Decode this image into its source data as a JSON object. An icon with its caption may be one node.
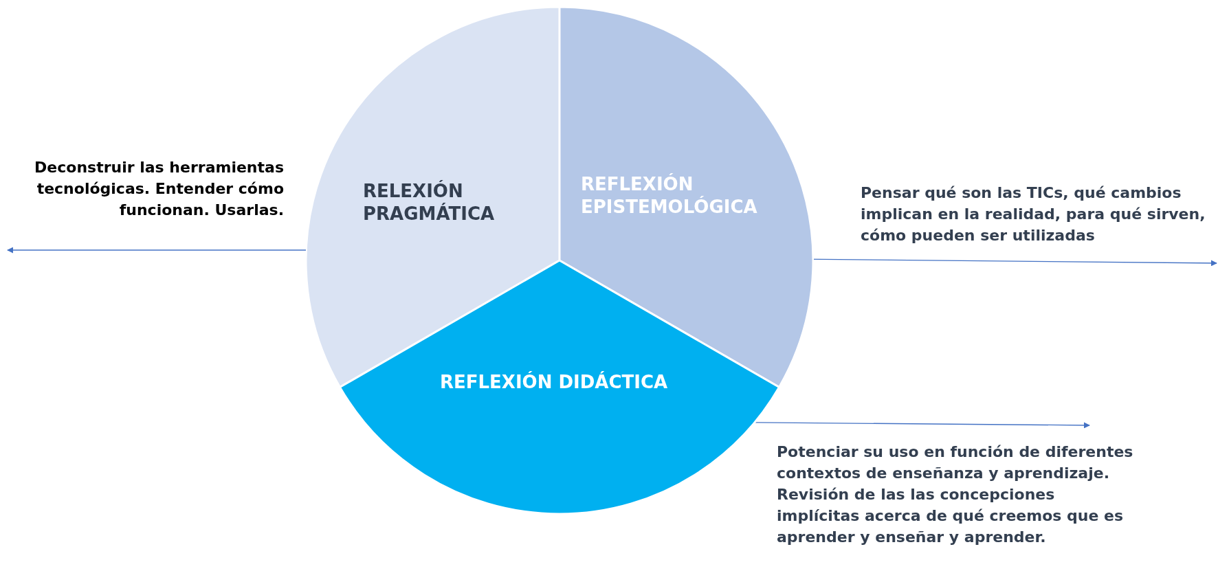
{
  "diagram": {
    "nodes": [
      {
        "text": [
          "RELEXIÓN PRAGMÁTICA"
        ]
      },
      {
        "text": [
          "REFLEXIÓN EPISTEMOLÓGICA"
        ]
      },
      {
        "text": [
          "REFLEXIÓN DIDÁCTICA"
        ]
      },
      {
        "text": [
          "Deconstruir las herramientas tecnológicas. Entender cómo funcionan. Usarlas."
        ]
      },
      {
        "text": [
          "Pensar qué son las TICs, qué cambios implican en la realidad, para qué sirven, cómo pueden ser utilizadas"
        ]
      },
      {
        "text": [
          "Potenciar su uso en función de diferentes contextos de enseñanza y aprendizaje. Revisión de las las concepciones implícitas acerca de qué creemos que es aprender y enseñar y aprender."
        ]
      }
    ],
    "edges": [
      {
        "from": 0,
        "to": 3,
        "arrow": "to"
      },
      {
        "from": 1,
        "to": 4,
        "arrow": "to"
      },
      {
        "from": 2,
        "to": 5,
        "arrow": "to"
      }
    ]
  }
}
